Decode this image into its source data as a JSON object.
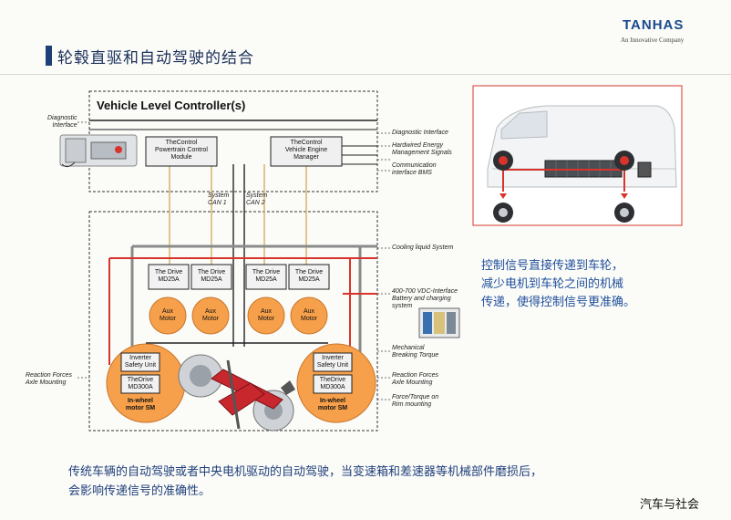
{
  "header": {
    "title": "轮毂直驱和自动驾驶的结合",
    "logo": "TANHAS",
    "logo_subtitle": "An Innovative Company"
  },
  "diagram": {
    "controller_title": "Vehicle Level Controller(s)",
    "diagnostic_interface_left": "Diagnostic\nInterface",
    "powertrain_module": "TheControl\nPowertrain Control\nModule",
    "engine_manager": "TheControl\nVehicle Engine\nManager",
    "system_can1": "System\nCAN 1",
    "system_can2": "System\nCAN 2",
    "right_labels": {
      "diagnostic_interface": "Diagnostic Interface",
      "hardwired": "Hardwired Energy\nManagement Signals",
      "communication": "Communication\ninterface BMS",
      "cooling": "Cooling liquid System",
      "vdc": "400-700 VDC-Interface\nBattery and charging\nsystem",
      "mechanical": "Mechanical\nBreaking Torque",
      "reaction_right": "Reaction Forces\nAxle Mounting",
      "force_torque": "Force/Torque on\nRim mounting"
    },
    "reaction_left": "Reaction Forces\nAxle Mounting",
    "drives": [
      "The Drive\nMD25A",
      "The Drive\nMD25A",
      "The Drive\nMD25A",
      "The Drive\nMD25A"
    ],
    "aux_motors": [
      "Aux\nMotor",
      "Aux\nMotor",
      "Aux\nMotor",
      "Aux\nMotor"
    ],
    "inwheel": {
      "inverter": "Inverter\nSafety Unit",
      "drive": "TheDrive\nMD300A",
      "label": "In-wheel\nmotor SM"
    }
  },
  "right_description": "控制信号直接传递到车轮，\n减少电机到车轮之间的机械\n传递，使得控制信号更准确。",
  "bottom_description": "传统车辆的自动驾驶或者中央电机驱动的自动驾驶，当变速箱和差速器等机械部件磨损后，\n会影响传递信号的准确性。",
  "watermark": "汽车与社会",
  "colors": {
    "title_blue": "#1a2f5a",
    "accent_blue": "#1f4f9b",
    "motor_orange": "#f6a04b",
    "line_red": "#d9342b",
    "line_black": "#222222",
    "line_grey": "#8a8a8a"
  }
}
